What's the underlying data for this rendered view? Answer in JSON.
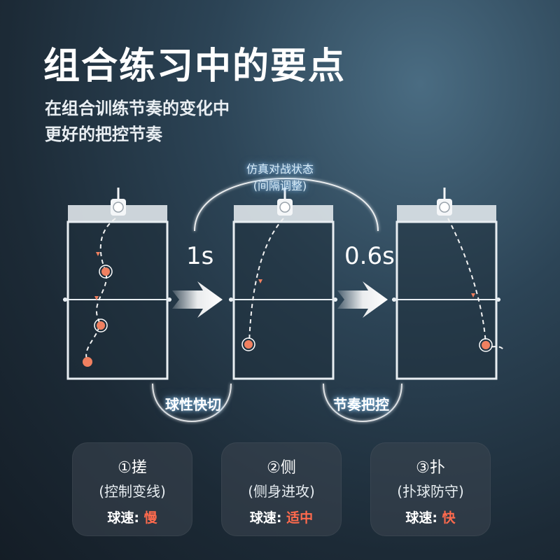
{
  "title": "组合练习中的要点",
  "subtitle_line1": "在组合训练节奏的变化中",
  "subtitle_line2": "更好的把控节奏",
  "arc_top_label": "仿真对战状态",
  "arc_top_sublabel": "(间隔调整)",
  "interval_1": "1s",
  "interval_2": "0.6s",
  "bottom_label_1": "球性快切",
  "bottom_label_2": "节奏把控",
  "cards": [
    {
      "title": "①搓",
      "subtitle": "(控制变线)",
      "speed_label": "球速: ",
      "speed_value": "慢"
    },
    {
      "title": "②侧",
      "subtitle": "(侧身进攻)",
      "speed_label": "球速: ",
      "speed_value": "适中"
    },
    {
      "title": "③扑",
      "subtitle": "(扑球防守)",
      "speed_label": "球速: ",
      "speed_value": "快"
    }
  ],
  "colors": {
    "accent": "#ff6a4d",
    "shuttle_dot": "#f08060",
    "court_line": "#e8eef2",
    "glow": "#9fd4ff"
  }
}
